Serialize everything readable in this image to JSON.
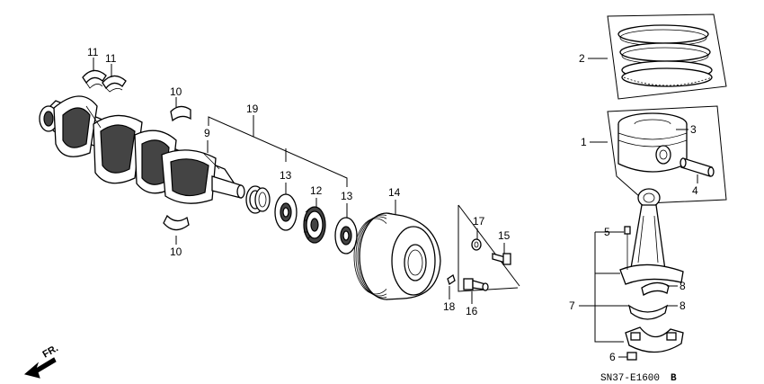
{
  "callouts": {
    "c1": "1",
    "c2": "2",
    "c3": "3",
    "c4": "4",
    "c5": "5",
    "c6": "6",
    "c7": "7",
    "c8a": "8",
    "c8b": "8",
    "c9": "9",
    "c10a": "10",
    "c10b": "10",
    "c11a": "11",
    "c11b": "11",
    "c12": "12",
    "c13a": "13",
    "c13b": "13",
    "c14": "14",
    "c15": "15",
    "c16": "16",
    "c17": "17",
    "c18": "18",
    "c19": "19"
  },
  "footer": {
    "code": "SN37-E1600",
    "suffix": "B",
    "front_label": "FR."
  }
}
